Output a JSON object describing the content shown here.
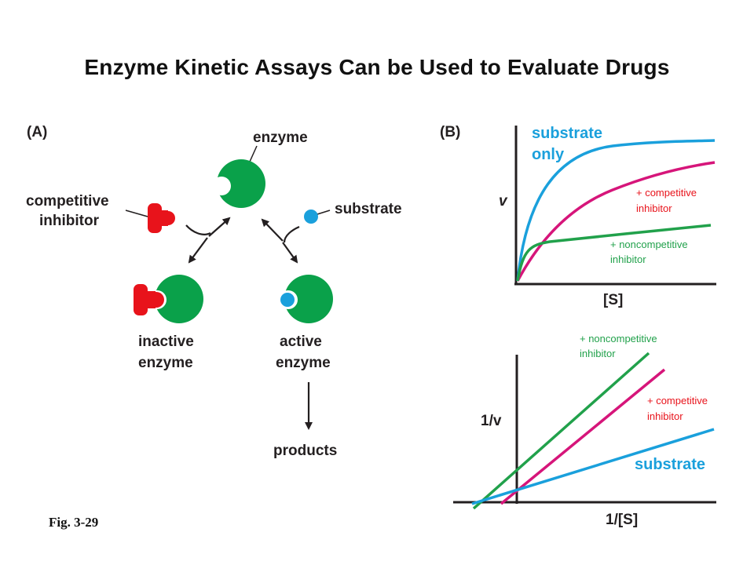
{
  "title": "Enzyme Kinetic Assays Can be Used to Evaluate Drugs",
  "figure_ref": "Fig. 3-29",
  "panel_a": {
    "label": "(A)",
    "enzyme": "enzyme",
    "competitive_inhibitor_line1": "competitive",
    "competitive_inhibitor_line2": "inhibitor",
    "substrate": "substrate",
    "inactive_line1": "inactive",
    "inactive_line2": "enzyme",
    "active_line1": "active",
    "active_line2": "enzyme",
    "products": "products"
  },
  "panel_b": {
    "label": "(B)",
    "top_plot": {
      "ylabel": "v",
      "xlabel": "[S]",
      "substrate_only_line1": "substrate",
      "substrate_only_line2": "only",
      "competitive_line1": "+ competitive",
      "competitive_line2": "inhibitor",
      "noncompetitive_line1": "+ noncompetitive",
      "noncompetitive_line2": "inhibitor"
    },
    "bottom_plot": {
      "ylabel": "1/v",
      "xlabel": "1/[S]",
      "noncompetitive_line1": "+ noncompetitive",
      "noncompetitive_line2": "inhibitor",
      "competitive_line1": "+ competitive",
      "competitive_line2": "inhibitor",
      "substrate": "substrate"
    }
  },
  "colors": {
    "enzyme": "#0aa14a",
    "inhibitor": "#e8131b",
    "substrate": "#1aa0dc",
    "competitive_curve": "#d6157a",
    "noncompetitive_curve": "#21a14b",
    "substrate_curve": "#1aa0dc"
  }
}
